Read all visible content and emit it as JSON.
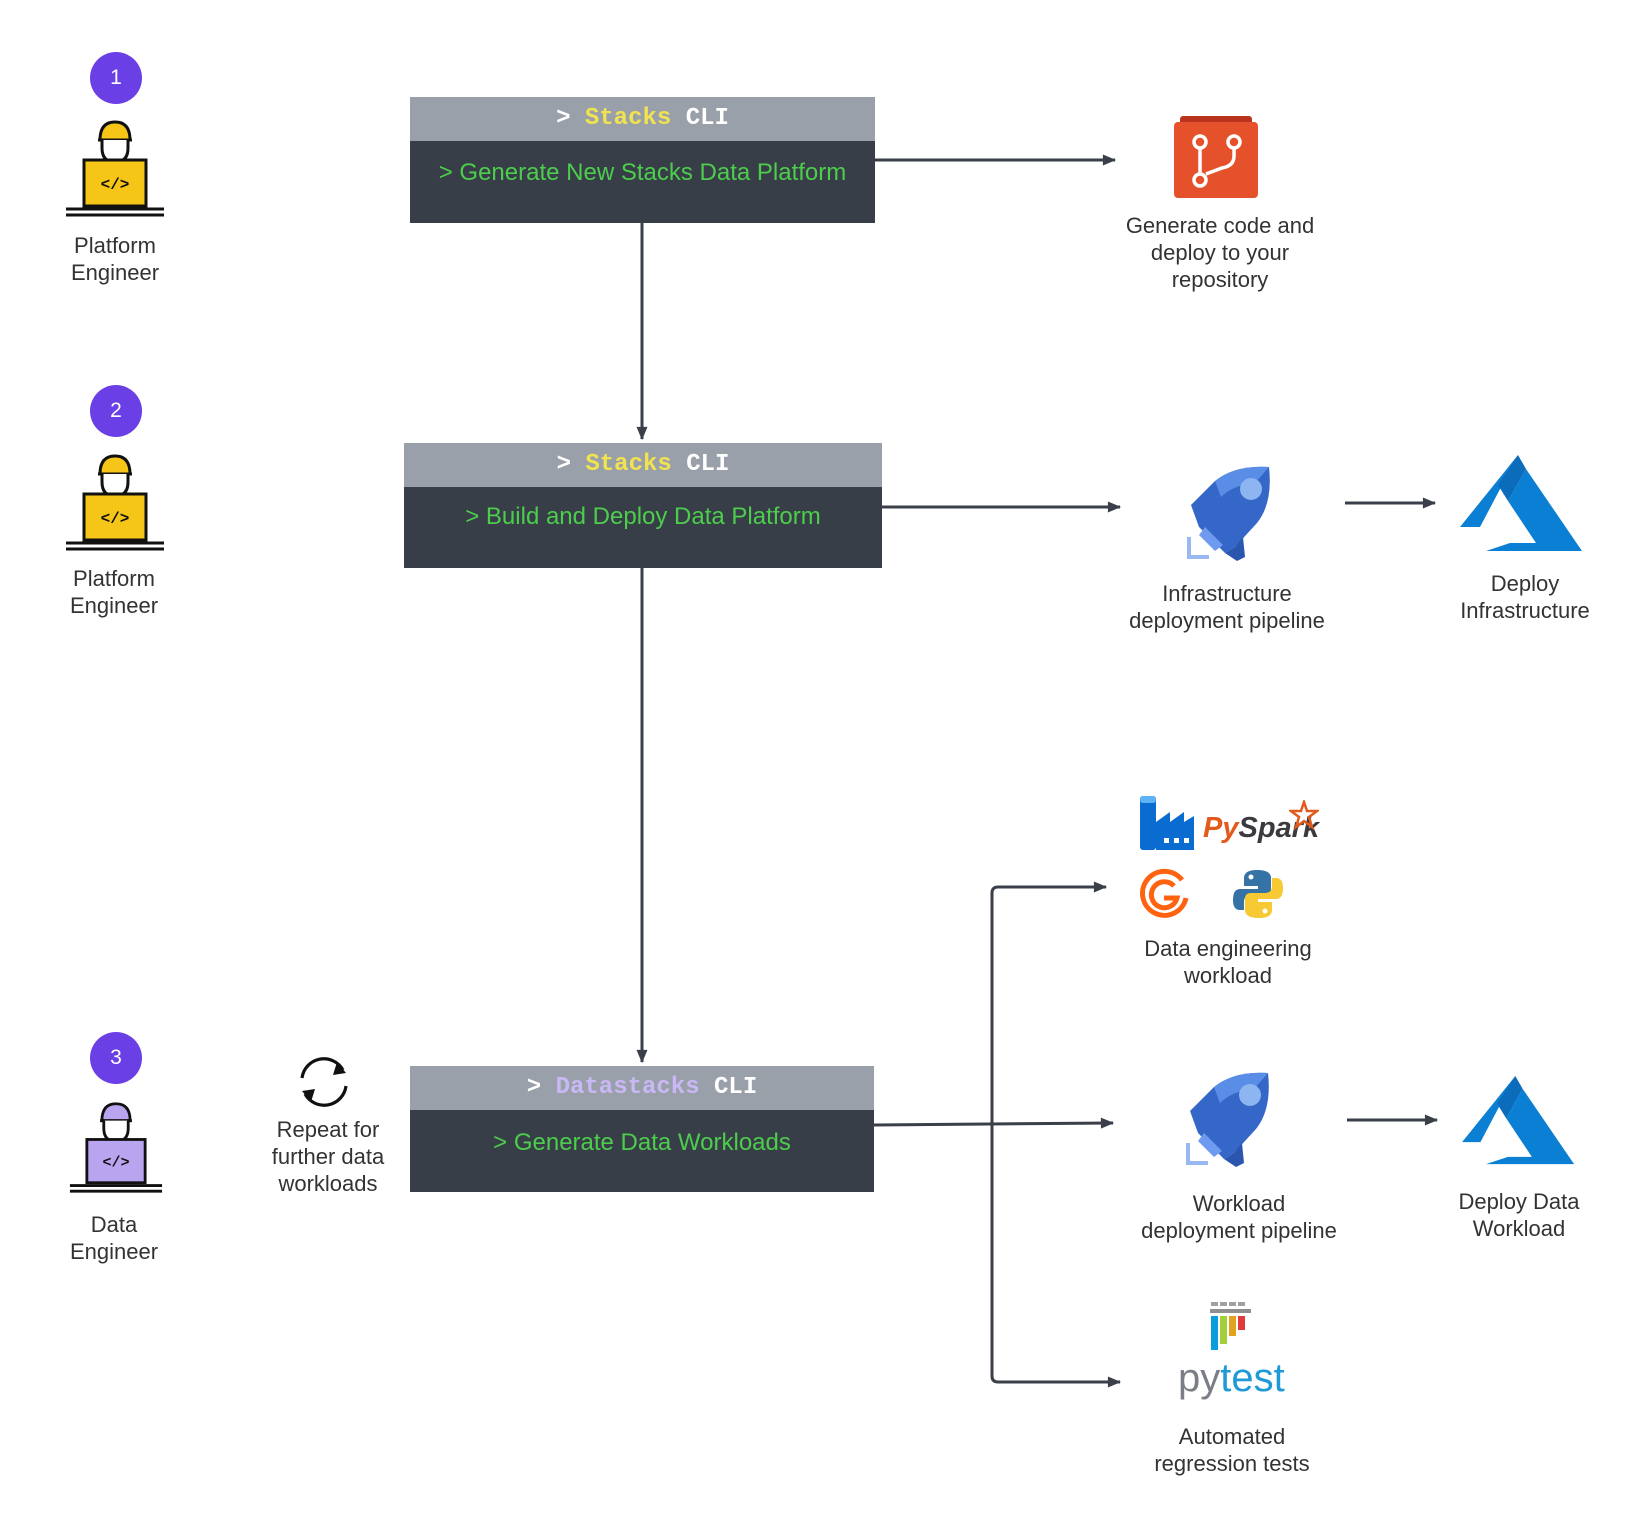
{
  "steps": [
    {
      "badge": "1",
      "role": [
        "Platform",
        "Engineer"
      ]
    },
    {
      "badge": "2",
      "role": [
        "Platform",
        "Engineer"
      ]
    },
    {
      "badge": "3",
      "role": [
        "Data",
        "Engineer"
      ]
    }
  ],
  "cli_boxes": [
    {
      "prompt": ">",
      "name": "Stacks",
      "tool": "CLI",
      "command": "> Generate New Stacks Data Platform"
    },
    {
      "prompt": ">",
      "name": "Stacks",
      "tool": "CLI",
      "command": "> Build and Deploy Data Platform"
    },
    {
      "prompt": ">",
      "name": "Datastacks",
      "tool": "CLI",
      "command": "> Generate Data Workloads"
    }
  ],
  "repeat_note": [
    "Repeat for",
    "further data",
    "workloads"
  ],
  "outputs": {
    "repository": {
      "icon": "git-repo-icon",
      "label": [
        "Generate code and",
        "deploy to your",
        "repository"
      ]
    },
    "infra_pipeline": {
      "icon": "azure-pipelines-icon",
      "label": [
        "Infrastructure",
        "deployment pipeline"
      ]
    },
    "infra_deploy": {
      "icon": "azure-icon",
      "label": [
        "Deploy",
        "Infrastructure"
      ]
    },
    "data_eng": {
      "icons": [
        "data-factory-icon",
        "pyspark-icon",
        "great-expectations-icon",
        "python-icon"
      ],
      "pyspark_text": {
        "a": "Py",
        "b": "Spark"
      },
      "label": [
        "Data engineering",
        "workload"
      ]
    },
    "workload_pipeline": {
      "icon": "azure-pipelines-icon",
      "label": [
        "Workload",
        "deployment pipeline"
      ]
    },
    "workload_deploy": {
      "icon": "azure-icon",
      "label": [
        "Deploy Data",
        "Workload"
      ]
    },
    "tests": {
      "icon": "pytest-icon",
      "pytest_text": {
        "a": "py",
        "b": "test"
      },
      "label": [
        "Automated",
        "regression tests"
      ]
    }
  },
  "colors": {
    "badge": "#6a3fe6",
    "cli_header": "#9aa0aa",
    "cli_body": "#383e48",
    "cli_name": "#f1e34f",
    "cli_command": "#4ccd4c",
    "arrow": "#3a3f4a",
    "platform_engineer_laptop": "#f5c518",
    "data_engineer_laptop": "#b9a4f0",
    "azure_blue": "#0a7fd4",
    "git_orange": "#e4512b"
  }
}
